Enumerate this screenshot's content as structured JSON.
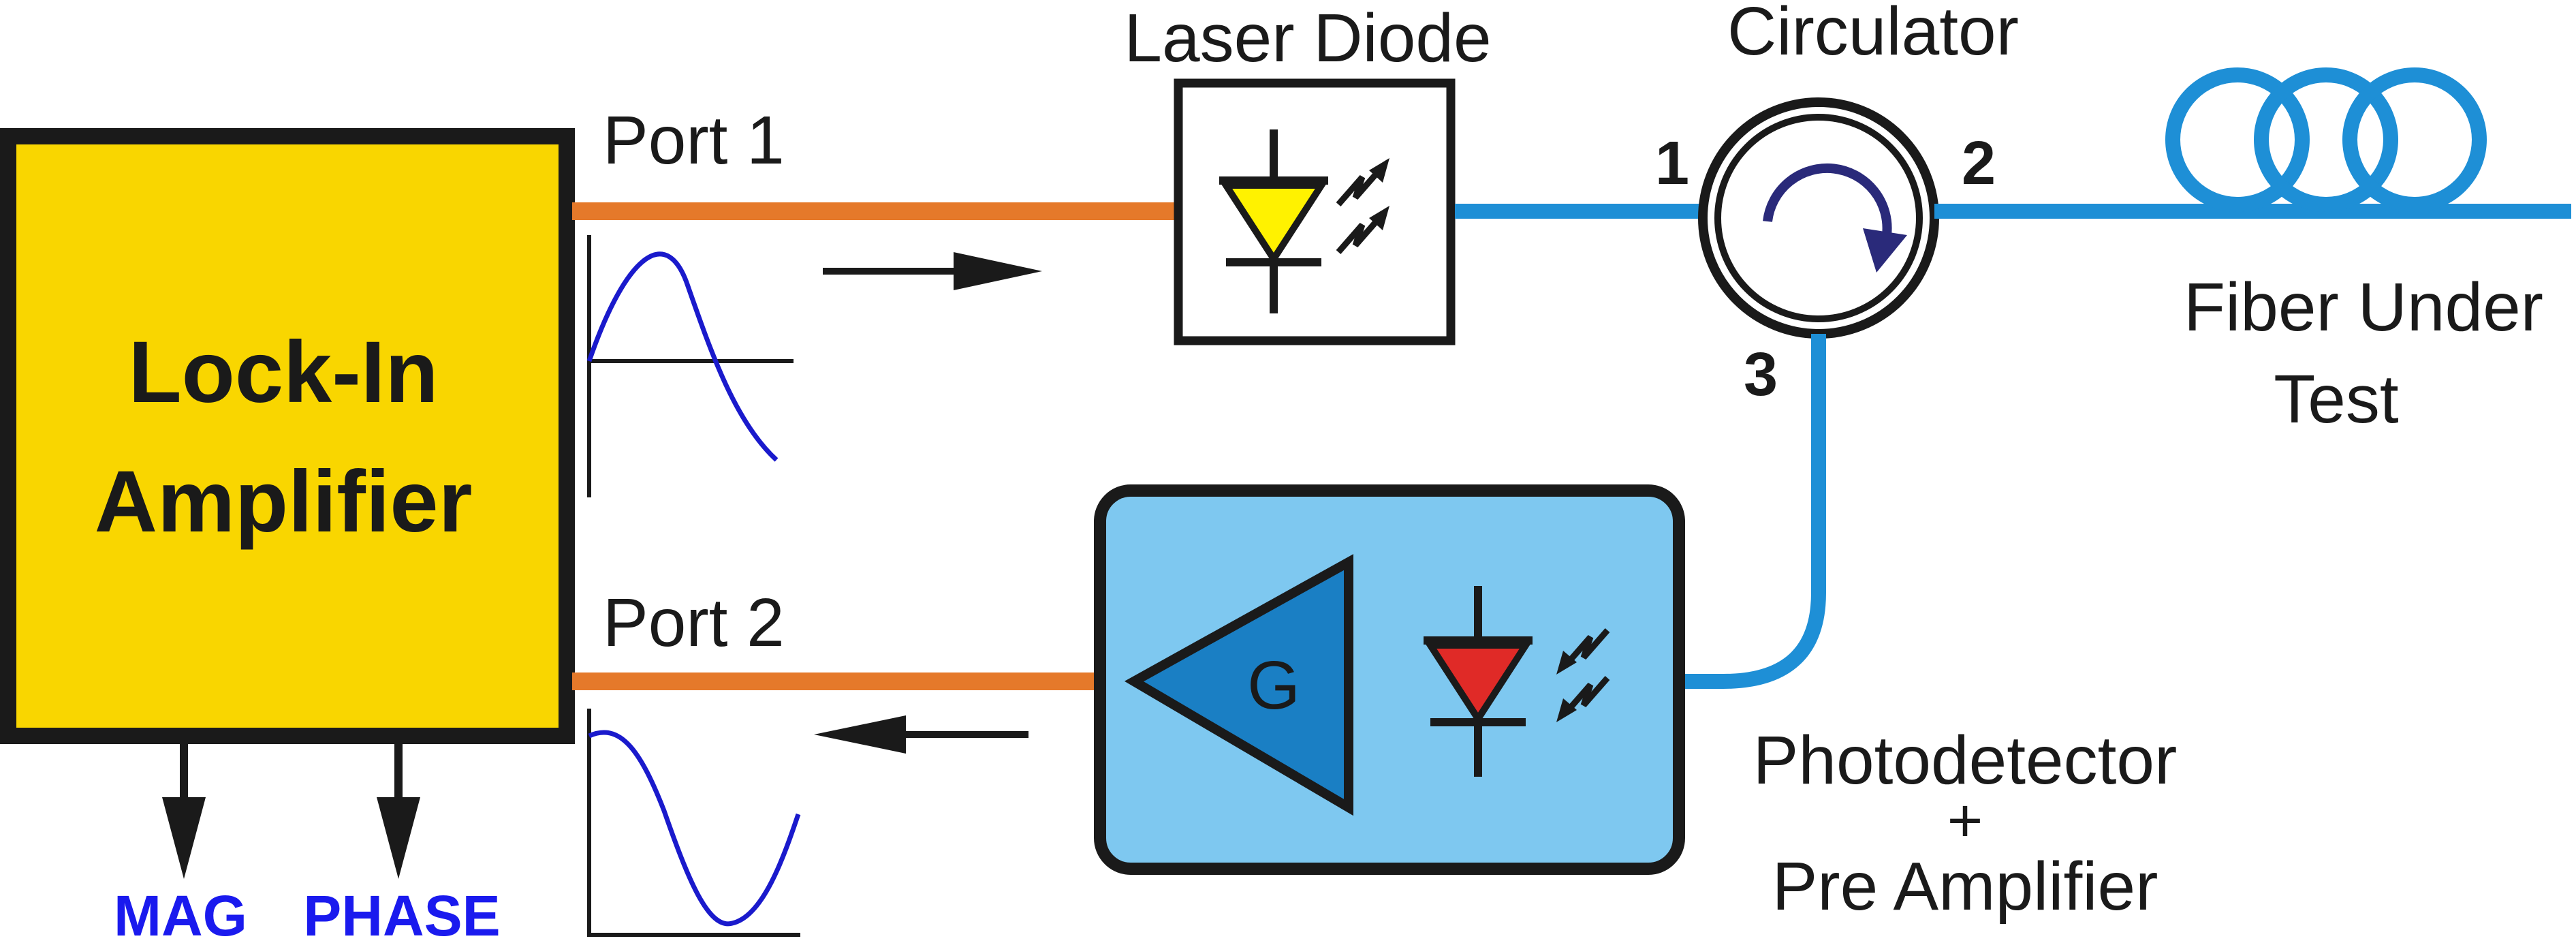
{
  "colors": {
    "lockin_fill": "#f9d600",
    "outline": "#1a1a1a",
    "orange_wire": "#e5792a",
    "blue_fiber": "#1e8fd6",
    "laser_diode_fill": "#fff200",
    "photodetector_fill": "#7ec8f0",
    "amplifier_fill": "#1a7fc4",
    "photodiode_fill": "#e02a27",
    "circulator_arrow": "#2a2a7a",
    "signal_wave": "#1a1acc",
    "output_label": "#1a1aee"
  },
  "lockin": {
    "title_line1": "Lock-In",
    "title_line2": "Amplifier",
    "outputs": [
      "MAG",
      "PHASE"
    ]
  },
  "ports": {
    "port1": "Port 1",
    "port2": "Port 2"
  },
  "laser": {
    "label": "Laser Diode"
  },
  "circulator": {
    "label": "Circulator",
    "port_numbers": [
      "1",
      "2",
      "3"
    ]
  },
  "fiber": {
    "label_line1": "Fiber Under",
    "label_line2": "Test"
  },
  "photodetector": {
    "amp_label": "G",
    "label_line1": "Photodetector",
    "label_line2": "+",
    "label_line3": "Pre Amplifier"
  },
  "icons": {
    "laser": "laser-diode-icon",
    "photodiode": "photodiode-icon",
    "amplifier": "amplifier-triangle-icon",
    "circulator": "circulator-icon",
    "fiber_coil": "fiber-coil-icon"
  }
}
